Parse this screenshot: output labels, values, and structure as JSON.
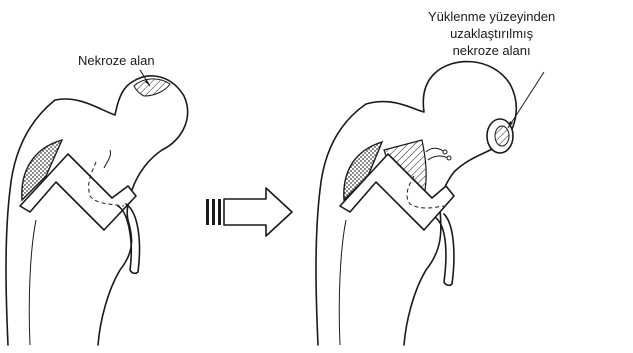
{
  "labels": {
    "left_caption": "Nekroze alan",
    "right_caption_lines": [
      "Yüklenme yüzeyinden",
      "uzaklaştırılmış",
      "nekroze alanı"
    ]
  },
  "colors": {
    "ink": "#1a1a1a",
    "background": "#ffffff",
    "cartilage_shade": "#3a3a3a"
  }
}
